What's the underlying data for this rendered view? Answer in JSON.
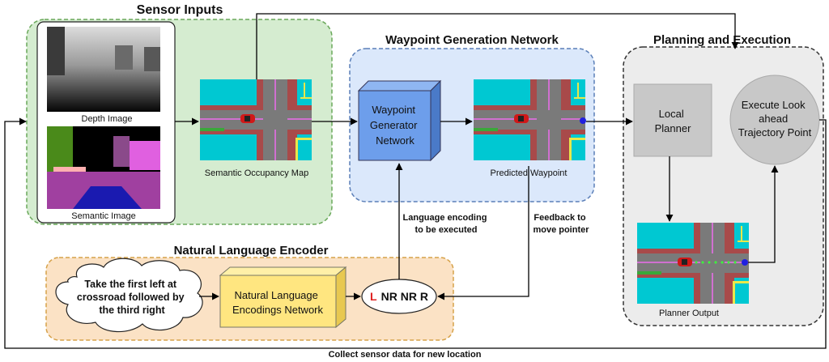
{
  "sections": {
    "sensor": "Sensor Inputs",
    "waypoint": "Waypoint Generation Network",
    "planning": "Planning and Execution",
    "encoder": "Natural Language Encoder"
  },
  "sensor": {
    "depth_label": "Depth Image",
    "semantic_label": "Semantic Image",
    "occupancy_label": "Semantic Occupancy Map"
  },
  "waypoint": {
    "generator": [
      "Waypoint",
      "Generator",
      "Network"
    ],
    "predicted_label": "Predicted Waypoint"
  },
  "planning": {
    "local_planner": [
      "Local",
      "Planner"
    ],
    "execute": [
      "Execute Look",
      "ahead",
      "Trajectory Point"
    ],
    "planner_output_label": "Planner Output"
  },
  "encoder": {
    "instruction": [
      "Take the first left at",
      "crossroad followed by",
      "the third right"
    ],
    "network": [
      "Natural Language",
      "Encodings Network"
    ],
    "tokens": {
      "first": "L",
      "rest": "NR NR R"
    }
  },
  "edges": {
    "language_encoding": [
      "Language encoding",
      "to be executed"
    ],
    "feedback": [
      "Feedback to",
      "move pointer"
    ],
    "collect": "Collect sensor data for new location"
  },
  "colors": {
    "sensor_bg": "#d5ecd0",
    "sensor_border": "#6aa85a",
    "waypoint_bg": "#dbe8fb",
    "waypoint_border": "#5b7fb8",
    "planning_bg": "#ececec",
    "encoder_bg": "#fbe2c5",
    "encoder_border": "#d6a24a",
    "generator_face": "#6d9eeb",
    "network_face": "#ffe680",
    "token_accent": "#e02020"
  }
}
